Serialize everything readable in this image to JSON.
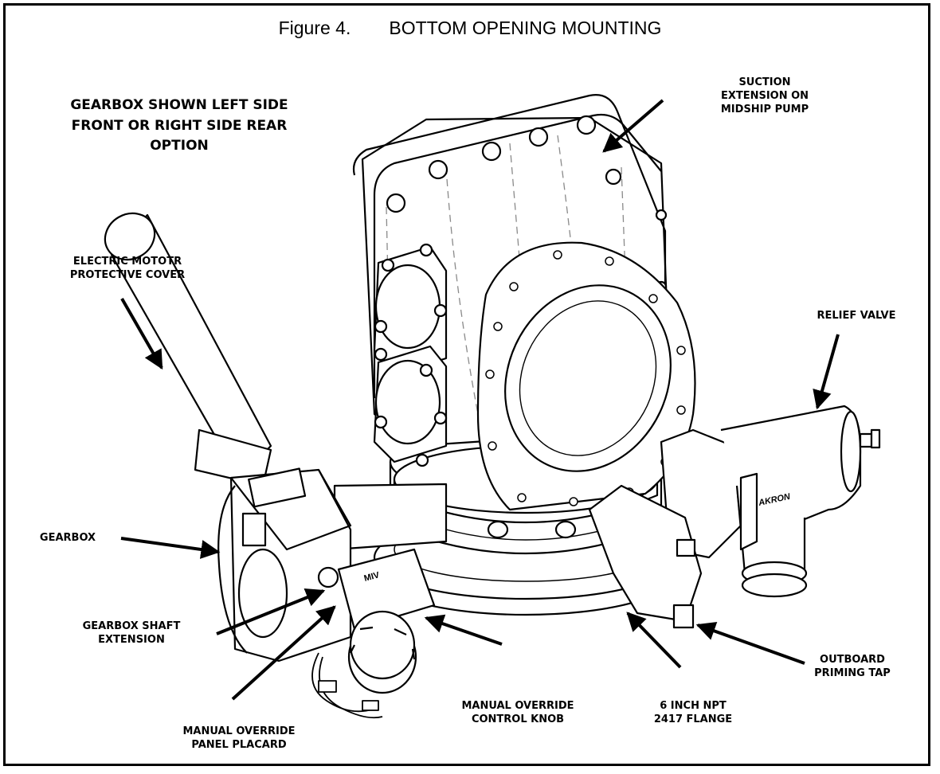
{
  "figure": {
    "number": "Figure 4.",
    "title": "BOTTOM OPENING MOUNTING"
  },
  "labels": {
    "gearbox_note": "GEARBOX SHOWN LEFT SIDE\nFRONT OR RIGHT SIDE REAR\nOPTION",
    "suction_extension": "SUCTION\nEXTENSION ON\nMIDSHIP PUMP",
    "electric_motor_cover": "ELECTRIC MOTOTR\nPROTECTIVE COVER",
    "relief_valve": "RELIEF VALVE",
    "gearbox": "GEARBOX",
    "gearbox_shaft_extension": "GEARBOX SHAFT\nEXTENSION",
    "manual_override_control_knob": "MANUAL OVERRIDE\nCONTROL KNOB",
    "six_inch_npt_flange": "6 INCH NPT\n2417 FLANGE",
    "outboard_priming_tap": "OUTBOARD\nPRIMING TAP",
    "manual_override_panel_placard": "MANUAL OVERRIDE\nPANEL PLACARD"
  },
  "placard": {
    "brand": "AKRON",
    "line": "MIV"
  },
  "colors": {
    "line": "#000000",
    "hidden_line": "#8a8a8a",
    "background": "#ffffff"
  }
}
